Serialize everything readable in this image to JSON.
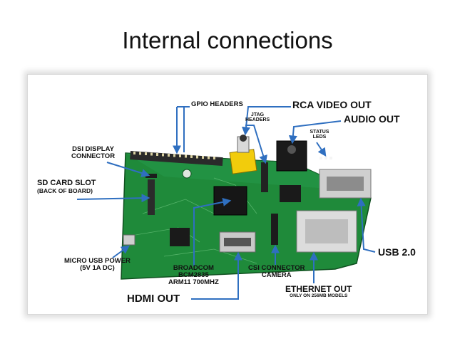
{
  "slide": {
    "title": "Internal connections"
  },
  "labels": {
    "gpio_headers": "GPIO HEADERS",
    "rca_video_out": "RCA VIDEO OUT",
    "jtag_headers_1": "JTAG",
    "jtag_headers_2": "HEADERS",
    "audio_out": "AUDIO OUT",
    "status_leds_1": "STATUS",
    "status_leds_2": "LEDS",
    "dsi_display_1": "DSI DISPLAY",
    "dsi_display_2": "CONNECTOR",
    "sd_card_slot_1": "SD CARD SLOT",
    "sd_card_slot_2": "(BACK OF BOARD)",
    "micro_usb_1": "MICRO USB POWER",
    "micro_usb_2": "(5V 1A DC)",
    "broadcom_1": "BROADCOM",
    "broadcom_2": "BCM2835",
    "broadcom_3": "ARM11 700MHZ",
    "csi_connector_1": "CSI CONNECTOR",
    "csi_connector_2": "CAMERA",
    "usb_2": "USB 2.0",
    "hdmi_out": "HDMI OUT",
    "ethernet_out_1": "ETHERNET OUT",
    "ethernet_out_2": "ONLY ON 256MB MODELS"
  },
  "colors": {
    "board_green": "#1f8a3a",
    "board_dark": "#14672a",
    "arrow_blue": "#2f6fc0",
    "connector_silver": "#c9c9c9",
    "rca_yellow": "#f2cc0c"
  }
}
